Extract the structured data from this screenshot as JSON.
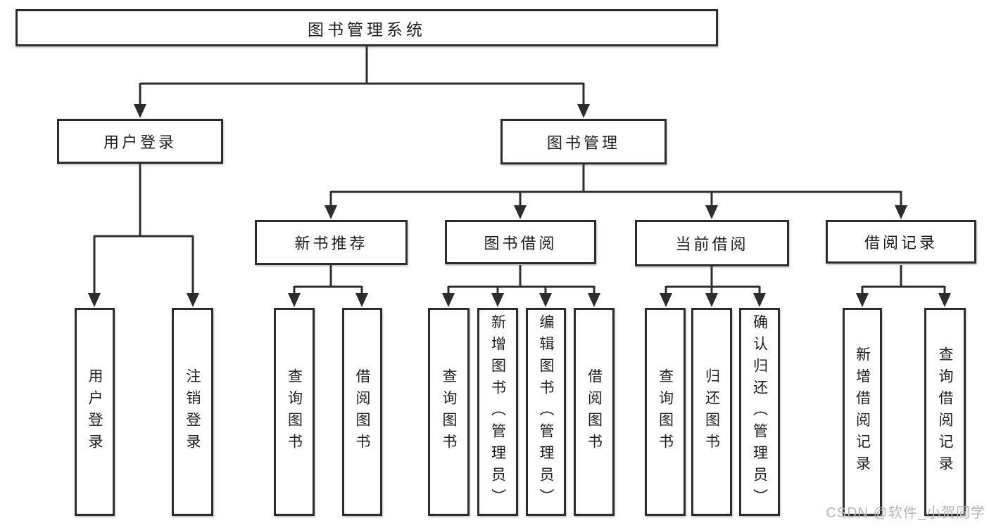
{
  "diagram": {
    "tree": {
      "root": {
        "label": "图书管理系统"
      },
      "children": [
        {
          "label": "用户登录",
          "children": [
            {
              "label": "用户登录"
            },
            {
              "label": "注销登录"
            }
          ]
        },
        {
          "label": "图书管理",
          "children": [
            {
              "label": "新书推荐",
              "children": [
                {
                  "label": "查询图书"
                },
                {
                  "label": "借阅图书"
                }
              ]
            },
            {
              "label": "图书借阅",
              "children": [
                {
                  "label": "查询图书"
                },
                {
                  "label": "新增图书（管理员）"
                },
                {
                  "label": "编辑图书（管理员）"
                },
                {
                  "label": "借阅图书"
                }
              ]
            },
            {
              "label": "当前借阅",
              "children": [
                {
                  "label": "查询图书"
                },
                {
                  "label": "归还图书"
                },
                {
                  "label": "确认归还（管理员）"
                }
              ]
            },
            {
              "label": "借阅记录",
              "children": [
                {
                  "label": "新增借阅记录"
                },
                {
                  "label": "查询借阅记录"
                }
              ]
            }
          ]
        }
      ]
    },
    "watermark": {
      "text": "CSDN @软件_小贺同学"
    },
    "colors": {
      "line": "#2d2d2d",
      "box_border": "#2d2d2d",
      "box_fill": "#ffffff",
      "text": "#1f1f1f",
      "watermark": "#b7b7b7"
    }
  }
}
